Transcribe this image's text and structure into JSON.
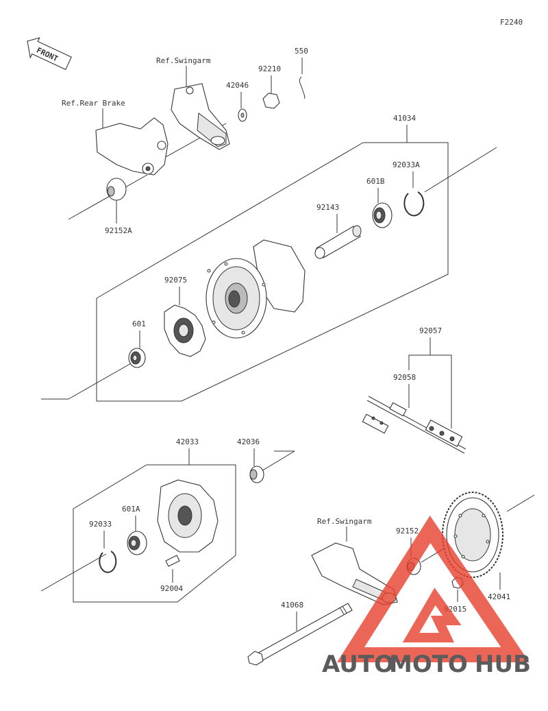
{
  "diagram": {
    "figure_code": "F2240",
    "front_label": "FRONT",
    "refs": {
      "swingarm_top": "Ref.Swingarm",
      "rear_brake": "Ref.Rear Brake",
      "swingarm_bottom": "Ref.Swingarm"
    },
    "parts": {
      "p550": "550",
      "p92210": "92210",
      "p42046": "42046",
      "p41034": "41034",
      "p92033A": "92033A",
      "p601B": "601B",
      "p92143": "92143",
      "p92152A": "92152A",
      "p92075": "92075",
      "p601": "601",
      "p92057": "92057",
      "p92058": "92058",
      "p42033": "42033",
      "p42036": "42036",
      "p601A": "601A",
      "p92033": "92033",
      "p92004": "92004",
      "p92152": "92152",
      "p42041": "42041",
      "p92015": "92015",
      "p41068": "41068"
    }
  },
  "watermark": {
    "text_part1": "AUTO",
    "text_part2": "MOTO",
    "text_part3": "HUB",
    "colors": {
      "red": "#e8412f",
      "orange": "#f0a33c",
      "grey": "#8a8a8a"
    }
  }
}
